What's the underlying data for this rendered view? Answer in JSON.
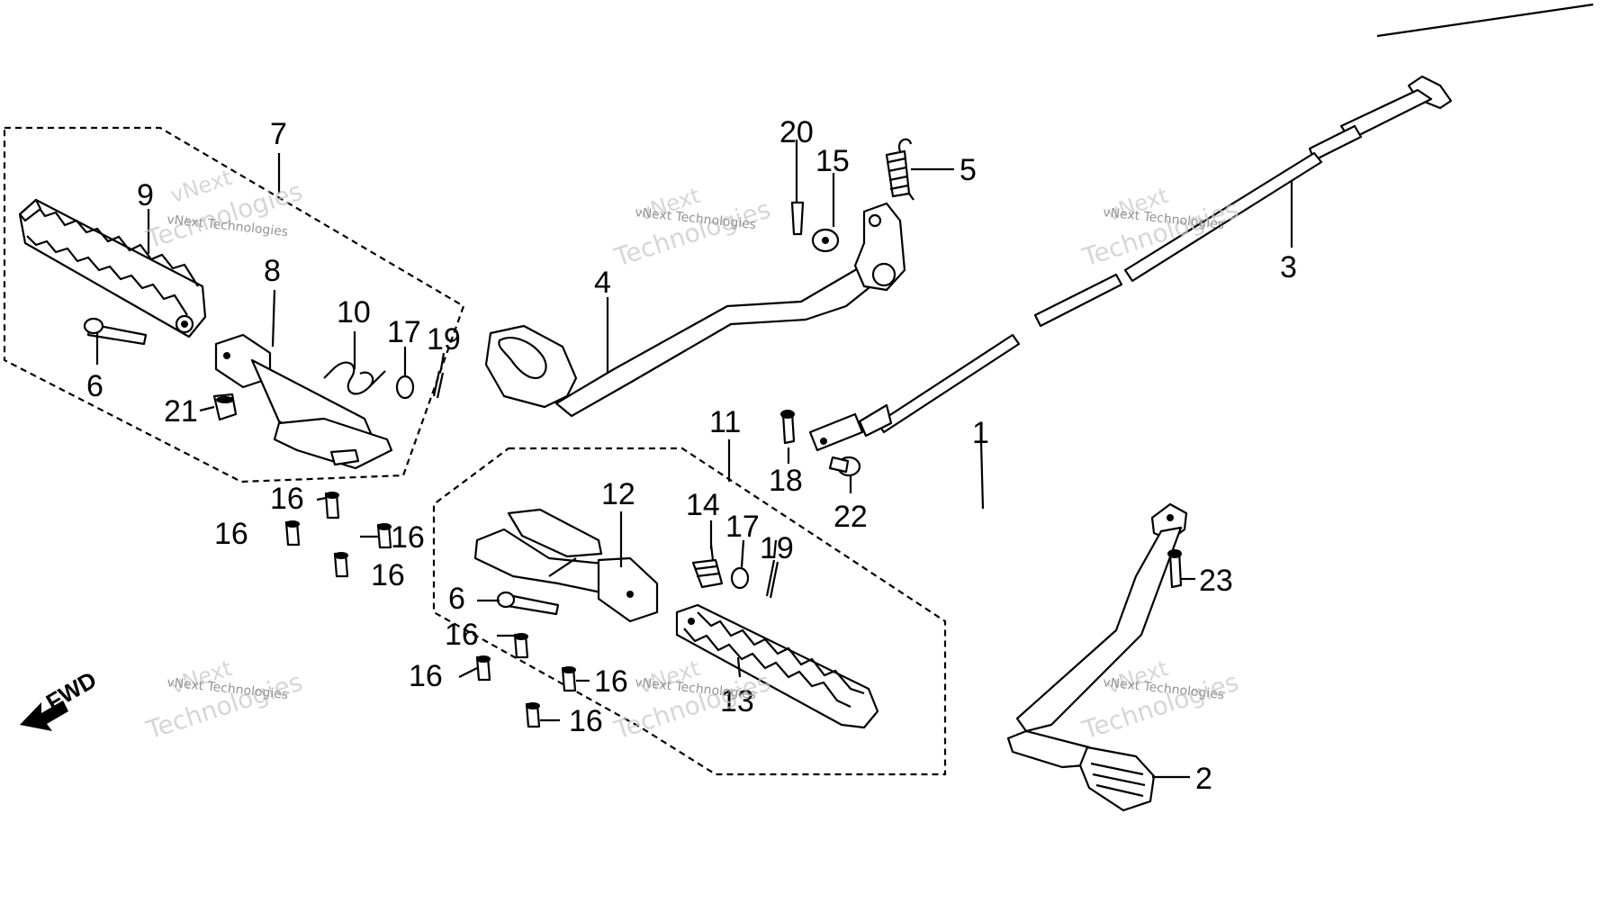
{
  "callouts": {
    "c1": "1",
    "c2": "2",
    "c3": "3",
    "c4": "4",
    "c5": "5",
    "c6a": "6",
    "c6b": "6",
    "c7": "7",
    "c8": "8",
    "c9": "9",
    "c10": "10",
    "c11": "11",
    "c12": "12",
    "c13": "13",
    "c14": "14",
    "c15": "15",
    "c16a": "16",
    "c16b": "16",
    "c16c": "16",
    "c16d": "16",
    "c16e": "16",
    "c16f": "16",
    "c16g": "16",
    "c16h": "16",
    "c17a": "17",
    "c17b": "17",
    "c18": "18",
    "c19a": "19",
    "c19b": "19",
    "c20": "20",
    "c21": "21",
    "c22": "22",
    "c23": "23"
  },
  "fwd_label": "FWD",
  "watermark": {
    "line1": "vNext",
    "line2": "vNext Technologies",
    "line3": "Technologies"
  }
}
